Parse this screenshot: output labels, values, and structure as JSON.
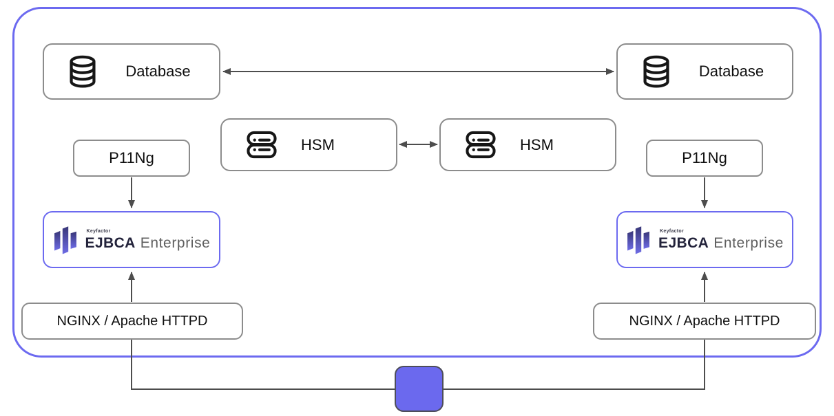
{
  "diagram": {
    "nodes": {
      "database_left": {
        "label": "Database",
        "icon": "database-icon"
      },
      "database_right": {
        "label": "Database",
        "icon": "database-icon"
      },
      "hsm_left": {
        "label": "HSM",
        "icon": "server-stack-icon"
      },
      "hsm_right": {
        "label": "HSM",
        "icon": "server-stack-icon"
      },
      "p11ng_left": {
        "label": "P11Ng"
      },
      "p11ng_right": {
        "label": "P11Ng"
      },
      "ejbca_left": {
        "company": "Keyfactor",
        "product": "EJBCA",
        "edition": "Enterprise",
        "icon": "keyfactor-logo-icon"
      },
      "ejbca_right": {
        "company": "Keyfactor",
        "product": "EJBCA",
        "edition": "Enterprise",
        "icon": "keyfactor-logo-icon"
      },
      "webserver_left": {
        "label": "NGINX / Apache HTTPD"
      },
      "webserver_right": {
        "label": "NGINX / Apache HTTPD"
      },
      "load_balancer": {
        "label": "",
        "icon": "purple-square-node"
      }
    },
    "edges": [
      {
        "from": "database_left",
        "to": "database_right",
        "type": "bidirectional"
      },
      {
        "from": "hsm_left",
        "to": "hsm_right",
        "type": "bidirectional"
      },
      {
        "from": "p11ng_left",
        "to": "ejbca_left",
        "type": "directed"
      },
      {
        "from": "p11ng_right",
        "to": "ejbca_right",
        "type": "directed"
      },
      {
        "from": "webserver_left",
        "to": "ejbca_left",
        "type": "directed"
      },
      {
        "from": "webserver_right",
        "to": "ejbca_right",
        "type": "directed"
      },
      {
        "from": "webserver_left",
        "to": "load_balancer",
        "type": "plain"
      },
      {
        "from": "webserver_right",
        "to": "load_balancer",
        "type": "plain"
      }
    ],
    "colors": {
      "accent_purple": "#6c6af0",
      "node_border_gray": "#8c8c8c",
      "connector_gray": "#4d4d4d",
      "vip_fill": "#6b69ee",
      "vip_border": "#4d4d5a",
      "logo_bar_top": "#383677",
      "logo_bar_bottom": "#6e6ce6",
      "product_text": "#23233b",
      "edition_text": "#5f5f5f"
    }
  }
}
